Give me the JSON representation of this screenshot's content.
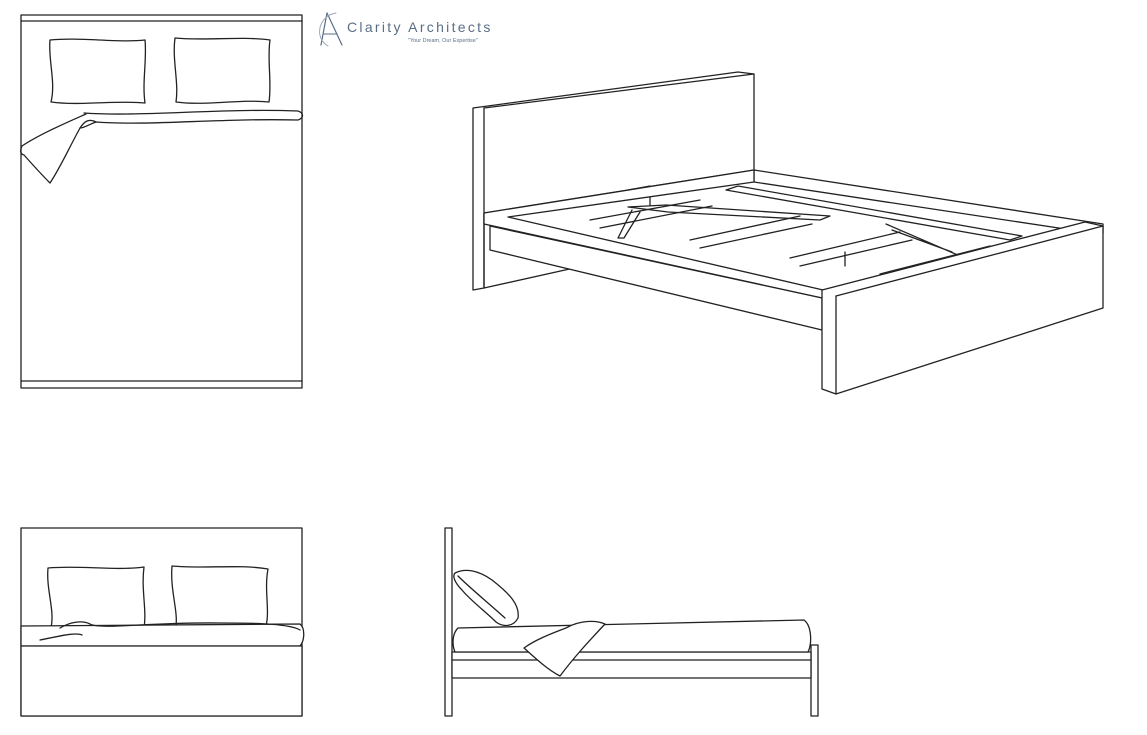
{
  "brand": {
    "name": "Clarity Architects",
    "tagline": "\"Your Dream, Our Expertise\"",
    "logo_icon": "compass-a-logo",
    "color": "#5b6e86"
  },
  "drawing": {
    "line_color": "#222222",
    "views": [
      "top-plan",
      "isometric",
      "front-elevation",
      "side-elevation"
    ]
  }
}
